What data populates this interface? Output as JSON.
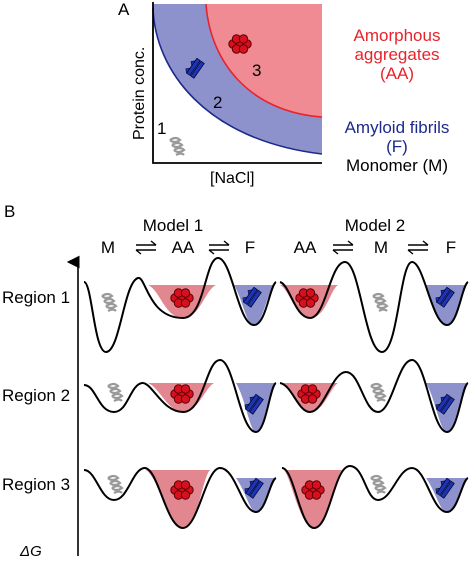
{
  "panel_a": {
    "label": "A",
    "y_axis": "Protein conc.",
    "x_axis": "[NaCl]",
    "region_numbers": [
      "1",
      "2",
      "3"
    ],
    "legend": {
      "aa_line1": "Amorphous",
      "aa_line2": "aggregates",
      "aa_line3": "(AA)",
      "f_line1": "Amyloid fibrils",
      "f_line2": "(F)",
      "m_line1": "Monomer (M)"
    },
    "colors": {
      "aa": "#f08a93",
      "f": "#8e92cc",
      "aa_edge": "#e8232c",
      "f_edge": "#1c2a8c"
    }
  },
  "panel_b": {
    "label": "B",
    "y_axis": "ΔG",
    "models": [
      {
        "title": "Model 1",
        "states": [
          "M",
          "AA",
          "F"
        ]
      },
      {
        "title": "Model 2",
        "states": [
          "AA",
          "M",
          "F"
        ]
      }
    ],
    "regions": [
      "Region 1",
      "Region 2",
      "Region 3"
    ],
    "colors": {
      "aa_well": "#e28690",
      "f_well": "#8e92cc",
      "curve": "#000000"
    }
  }
}
